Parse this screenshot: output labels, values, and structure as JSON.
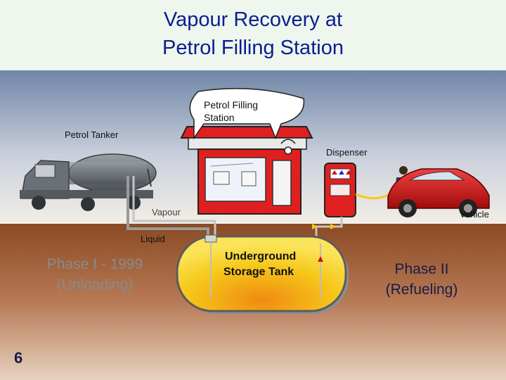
{
  "title": {
    "line1": "Vapour Recovery at",
    "line2": "Petrol Filling Station"
  },
  "labels": {
    "station_callout_1": "Petrol Filling",
    "station_callout_2": "Station",
    "tanker": "Petrol Tanker",
    "dispenser": "Dispenser",
    "vapour": "Vapour",
    "vehicle": "Vehicle",
    "liquid": "Liquid",
    "tank_line1": "Underground",
    "tank_line2": "Storage Tank"
  },
  "phases": {
    "phase1_line1": "Phase I - 1999",
    "phase1_line2": "(Unloading)",
    "phase2_line1": "Phase II",
    "phase2_line2": "(Refueling)"
  },
  "slide_number": "6",
  "colors": {
    "title_text": "#0a1f8f",
    "title_bg": "#eef6ee",
    "sky_top": "#6f86a8",
    "ground": "#8a4a24",
    "station_red": "#e02020",
    "tank_yellow": "#f6d21a",
    "tank_orange": "#f08a10",
    "phase1_text": "#8a8a8a",
    "phase2_text": "#1a1a4a",
    "car_red": "#d61818"
  }
}
